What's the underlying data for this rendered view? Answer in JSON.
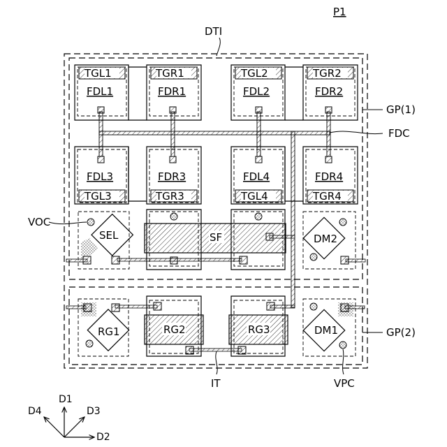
{
  "figure_label": "P1",
  "isolation_label": "DTI",
  "cells": {
    "tgl1": "TGL1",
    "fdl1": "FDL1",
    "tgr1": "TGR1",
    "fdr1": "FDR1",
    "tgl2": "TGL2",
    "fdl2": "FDL2",
    "tgr2": "TGR2",
    "fdr2": "FDR2",
    "fdl3": "FDL3",
    "tgl3": "TGL3",
    "fdr3": "FDR3",
    "tgr3": "TGR3",
    "fdl4": "FDL4",
    "tgl4": "TGL4",
    "fdr4": "FDR4",
    "tgr4": "TGR4"
  },
  "transistors": {
    "sel": "SEL",
    "sf": "SF",
    "dm2": "DM2",
    "rg1": "RG1",
    "rg2": "RG2",
    "rg3": "RG3",
    "dm1": "DM1"
  },
  "callouts": {
    "gp1": "GP(1)",
    "gp2": "GP(2)",
    "fdc": "FDC",
    "voc": "VOC",
    "vpc": "VPC",
    "it": "IT"
  },
  "axes": {
    "d1": "D1",
    "d2": "D2",
    "d3": "D3",
    "d4": "D4"
  }
}
